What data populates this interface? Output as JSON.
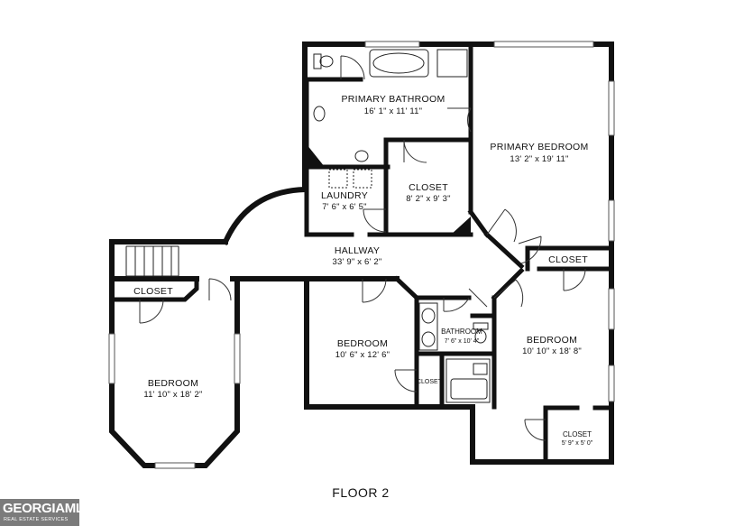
{
  "floor_label": "FLOOR 2",
  "rooms": {
    "primary_bathroom": {
      "name": "PRIMARY BATHROOM",
      "dims": "16' 1\" x 11' 11\""
    },
    "primary_bedroom": {
      "name": "PRIMARY BEDROOM",
      "dims": "13' 2\" x 19' 11\""
    },
    "laundry": {
      "name": "LAUNDRY",
      "dims": "7' 6\" x 6' 5\""
    },
    "closet_primary": {
      "name": "CLOSET",
      "dims": "8' 2\" x 9' 3\""
    },
    "hallway": {
      "name": "HALLWAY",
      "dims": "33' 9\" x 6' 2\""
    },
    "closet_right": {
      "name": "CLOSET"
    },
    "closet_left": {
      "name": "CLOSET"
    },
    "bedroom_left": {
      "name": "BEDROOM",
      "dims": "11' 10\" x 18' 2\""
    },
    "bedroom_middle": {
      "name": "BEDROOM",
      "dims": "10' 6\" x 12' 6\""
    },
    "bathroom": {
      "name": "BATHROOM",
      "dims": "7' 6\" x 10' 4\""
    },
    "closet_small": {
      "name": "CLOSET"
    },
    "bedroom_right": {
      "name": "BEDROOM",
      "dims": "10' 10\" x 18' 8\""
    },
    "closet_bottom": {
      "name": "CLOSET",
      "dims": "5' 9\" x 5' 0\""
    }
  },
  "watermark": {
    "main": "GEORGIAMLS",
    "sub": "REAL ESTATE SERVICES"
  }
}
